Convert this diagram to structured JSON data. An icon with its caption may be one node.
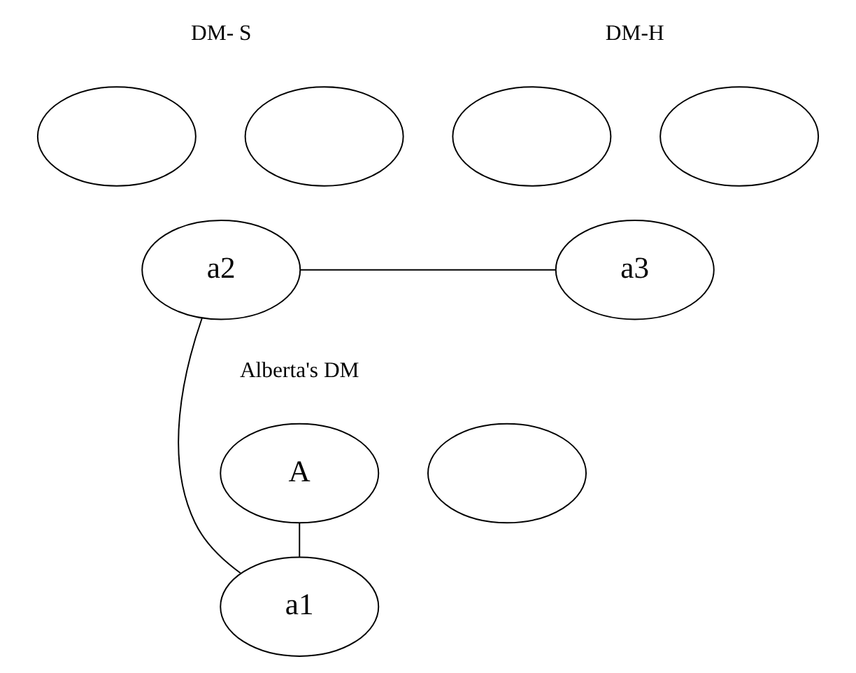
{
  "diagram": {
    "nodes": [
      {
        "text": [],
        "shape": "ellipse"
      },
      {
        "text": [],
        "shape": "ellipse"
      },
      {
        "text": [],
        "shape": "ellipse"
      },
      {
        "text": [],
        "shape": "ellipse"
      },
      {
        "text": [
          "a2"
        ]
      },
      {
        "text": [
          "a3"
        ]
      },
      {
        "text": [
          "A"
        ]
      },
      {
        "text": [],
        "shape": "ellipse"
      },
      {
        "text": [
          "a1"
        ]
      }
    ],
    "edges": [
      {
        "from": 4,
        "to": 5,
        "arrow": "none"
      },
      {
        "from": 4,
        "to": 8,
        "arrow": "none"
      },
      {
        "from": 6,
        "to": 8,
        "arrow": "none"
      }
    ],
    "labels": [
      "DM- S",
      "DM-H",
      "Alberta's DM"
    ]
  }
}
